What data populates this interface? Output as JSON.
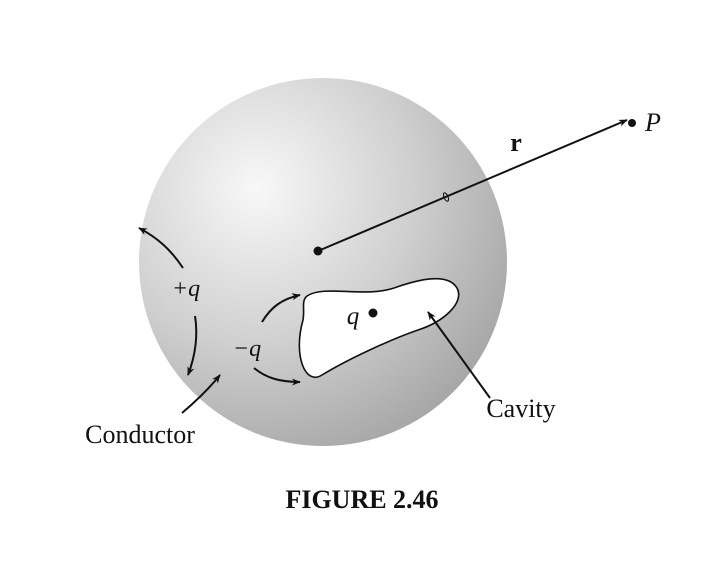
{
  "diagram": {
    "labels": {
      "vector_r": "r",
      "point_p": "P",
      "outer_charge": "+q",
      "inner_charge": "−q",
      "cavity_charge": "q",
      "conductor": "Conductor",
      "cavity": "Cavity"
    },
    "caption": "FIGURE 2.46",
    "colors": {
      "sphere_highlight": "#f8f8f8",
      "sphere_mid": "#cfcfcf",
      "sphere_shadow": "#a5a5a5",
      "ink": "#111111",
      "cavity_fill": "#ffffff"
    }
  }
}
